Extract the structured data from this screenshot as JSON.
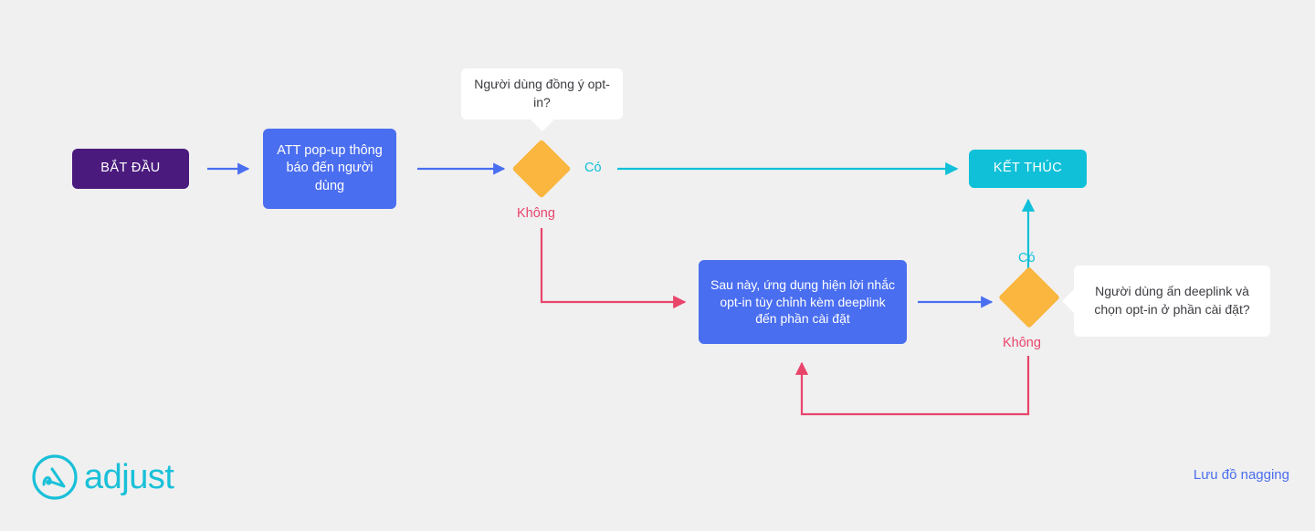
{
  "diagram": {
    "title": "Lưu đồ nagging",
    "background_color": "#f0f0f0",
    "nodes": {
      "start": {
        "label": "BẮT ĐẦU",
        "shape": "rounded-rect",
        "color": "#4a1b7d"
      },
      "att_popup": {
        "label": "ATT pop-up thông báo đến người dùng",
        "shape": "rounded-rect",
        "color": "#4a6ef0"
      },
      "decision_1": {
        "label": "",
        "shape": "diamond",
        "color": "#fab63f"
      },
      "end": {
        "label": "KẾT THÚC",
        "shape": "rounded-rect",
        "color": "#0fc0d8"
      },
      "later_prompt": {
        "label": "Sau này, ứng dụng hiện lời nhắc opt-in tùy chỉnh kèm deeplink đến phần cài đặt",
        "shape": "rounded-rect",
        "color": "#4a6ef0"
      },
      "decision_2": {
        "label": "",
        "shape": "diamond",
        "color": "#fab63f"
      }
    },
    "callouts": {
      "question_1": {
        "text": "Người dùng đồng ý opt-in?",
        "tail": "bottom"
      },
      "question_2": {
        "text": "Người dùng ấn deeplink và chọn opt-in ở phần cài đặt?",
        "tail": "left"
      }
    },
    "edge_labels": {
      "yes_1": "Có",
      "no_1": "Không",
      "yes_2": "Có",
      "no_2": "Không"
    },
    "edge_colors": {
      "plain": "#4a6ef0",
      "yes": "#0fc0d8",
      "no": "#e8456b"
    }
  },
  "footer": {
    "logo_wordmark": "adjust",
    "logo_icon": "adjust-logo-icon",
    "caption": "Lưu đồ nagging"
  }
}
